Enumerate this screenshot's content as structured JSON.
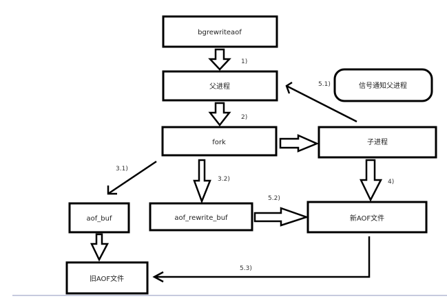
{
  "diagram": {
    "nodes": {
      "bgrewriteaof": "bgrewriteaof",
      "parent_process": "父进程",
      "signal_notify": "信号通知父进程",
      "fork": "fork",
      "child_process": "子进程",
      "aof_buf": "aof_buf",
      "aof_rewrite_buf": "aof_rewrite_buf",
      "new_aof_file": "新AOF文件",
      "old_aof_file": "旧AOF文件"
    },
    "step_labels": {
      "step_1": "1)",
      "step_2": "2)",
      "step_3_1": "3.1)",
      "step_3_2": "3.2)",
      "step_4": "4)",
      "step_5_1": "5.1)",
      "step_5_2": "5.2)",
      "step_5_3": "5.3)"
    },
    "edges": [
      {
        "from": "bgrewriteaof",
        "to": "parent_process",
        "label": "1)",
        "style": "hollow"
      },
      {
        "from": "parent_process",
        "to": "fork",
        "label": "2)",
        "style": "hollow"
      },
      {
        "from": "fork",
        "to": "child_process",
        "style": "hollow"
      },
      {
        "from": "fork",
        "to": "aof_buf",
        "label": "3.1)",
        "style": "line"
      },
      {
        "from": "fork",
        "to": "aof_rewrite_buf",
        "label": "3.2)",
        "style": "hollow"
      },
      {
        "from": "child_process",
        "to": "new_aof_file",
        "label": "4)",
        "style": "hollow"
      },
      {
        "from": "child_process",
        "to": "parent_process",
        "label": "5.1)",
        "style": "line"
      },
      {
        "from": "aof_rewrite_buf",
        "to": "new_aof_file",
        "label": "5.2)",
        "style": "hollow"
      },
      {
        "from": "new_aof_file",
        "to": "old_aof_file",
        "label": "5.3)",
        "style": "line"
      },
      {
        "from": "aof_buf",
        "to": "old_aof_file",
        "style": "hollow"
      }
    ]
  }
}
